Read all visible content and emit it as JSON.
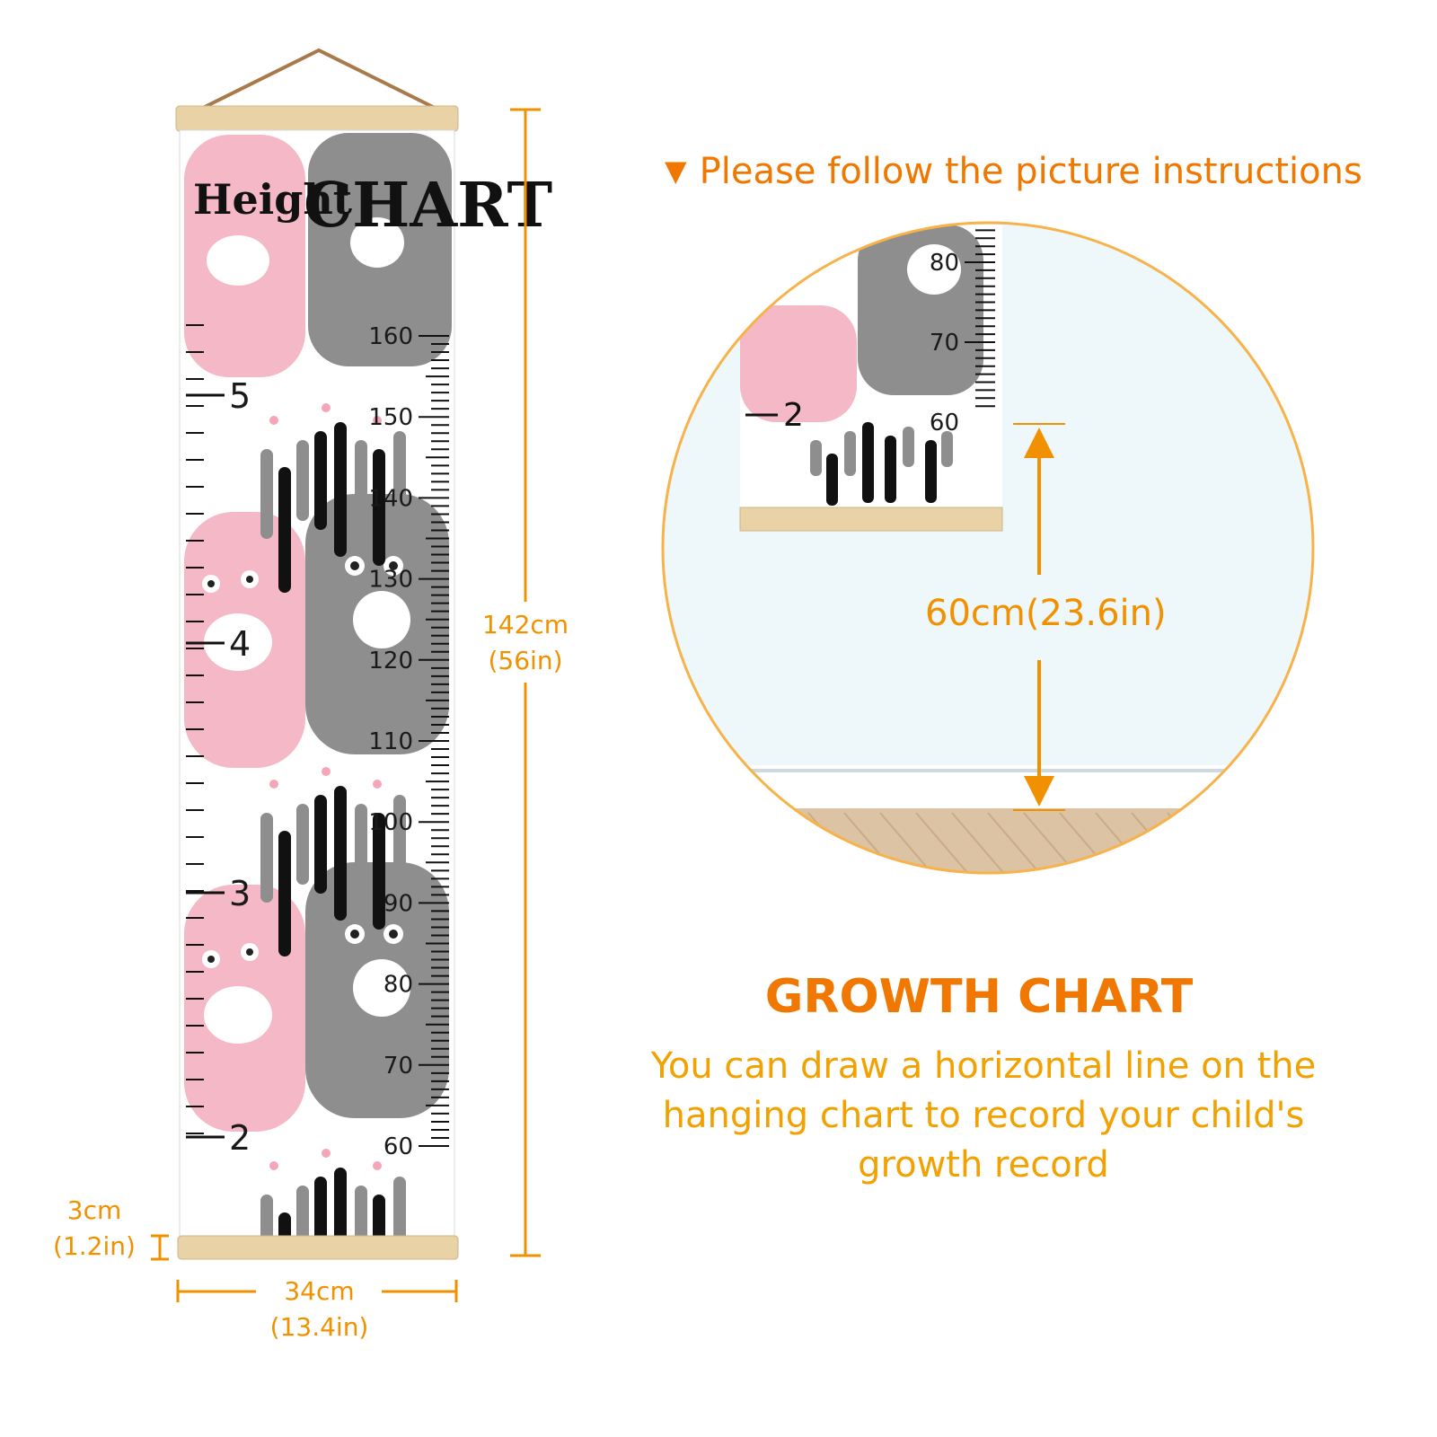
{
  "chart": {
    "title_word_1": "Height",
    "title_word_2": "CHART",
    "cm_labels": [
      "160",
      "150",
      "140",
      "130",
      "120",
      "110",
      "100",
      "90",
      "80",
      "70",
      "60"
    ],
    "ft_labels": [
      "5",
      "4",
      "3",
      "2"
    ]
  },
  "dimensions": {
    "height_cm": "142cm",
    "height_in": "(56in)",
    "width_cm": "34cm",
    "width_in": "(13.4in)",
    "rod_cm": "3cm",
    "rod_in": "(1.2in)"
  },
  "instruction": {
    "arrow": "▼",
    "text": "Please follow the picture instructions"
  },
  "inset": {
    "cm_labels": [
      "80",
      "70",
      "60"
    ],
    "ft_label": "2",
    "distance": "60cm(23.6in)"
  },
  "growth": {
    "title": "GROWTH CHART",
    "description": "You can draw a horizontal line on the hanging chart to record your child's growth record"
  },
  "colors": {
    "accent": "#f29100",
    "pink_cat": "#f4b8c6",
    "gray_cat": "#8e8e8e",
    "wood": "#e8d2a6"
  }
}
